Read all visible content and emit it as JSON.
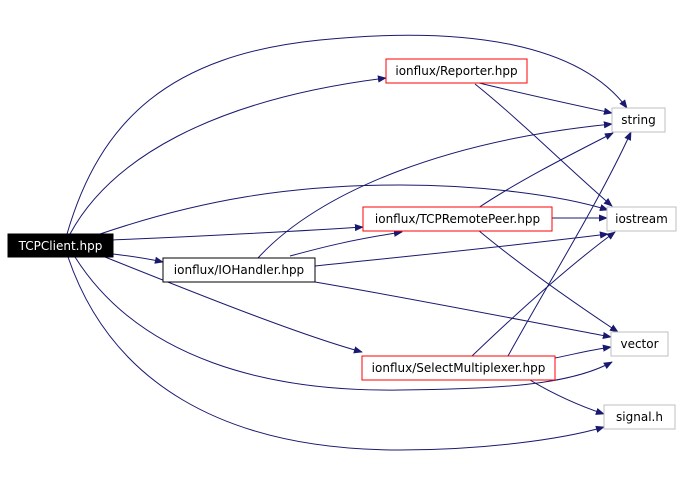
{
  "nodes": {
    "tcpclient": {
      "label": "TCPClient.hpp",
      "style": "root"
    },
    "reporter": {
      "label": "ionflux/Reporter.hpp",
      "style": "red"
    },
    "string": {
      "label": "string",
      "style": "gray"
    },
    "remotepeer": {
      "label": "ionflux/TCPRemotePeer.hpp",
      "style": "red"
    },
    "iostream": {
      "label": "iostream",
      "style": "gray"
    },
    "iohandler": {
      "label": "ionflux/IOHandler.hpp",
      "style": "black"
    },
    "vector": {
      "label": "vector",
      "style": "gray"
    },
    "selectmux": {
      "label": "ionflux/SelectMultiplexer.hpp",
      "style": "red"
    },
    "signal": {
      "label": "signal.h",
      "style": "gray"
    }
  },
  "edges": [
    [
      "tcpclient",
      "string"
    ],
    [
      "tcpclient",
      "reporter"
    ],
    [
      "tcpclient",
      "iostream"
    ],
    [
      "tcpclient",
      "remotepeer"
    ],
    [
      "tcpclient",
      "iohandler"
    ],
    [
      "tcpclient",
      "selectmux"
    ],
    [
      "tcpclient",
      "vector"
    ],
    [
      "tcpclient",
      "signal"
    ],
    [
      "reporter",
      "string"
    ],
    [
      "reporter",
      "iostream"
    ],
    [
      "remotepeer",
      "string"
    ],
    [
      "remotepeer",
      "iostream"
    ],
    [
      "remotepeer",
      "vector"
    ],
    [
      "iohandler",
      "string"
    ],
    [
      "iohandler",
      "remotepeer"
    ],
    [
      "iohandler",
      "iostream"
    ],
    [
      "iohandler",
      "vector"
    ],
    [
      "selectmux",
      "string"
    ],
    [
      "selectmux",
      "iostream"
    ],
    [
      "selectmux",
      "vector"
    ],
    [
      "selectmux",
      "signal"
    ]
  ],
  "colors": {
    "edge": "#191970",
    "root_fill": "#000000",
    "root_text": "#ffffff",
    "red_border": "#ff0000",
    "gray_border": "#bfbfbf",
    "black_border": "#000000",
    "text": "#000000"
  }
}
